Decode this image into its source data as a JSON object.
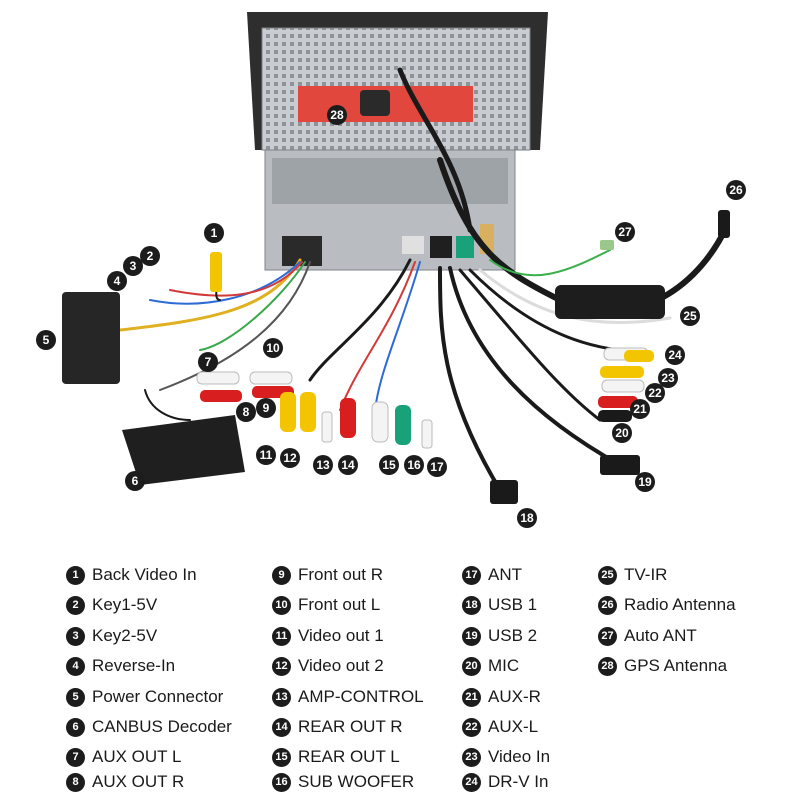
{
  "diagram": {
    "callouts": [
      "1",
      "2",
      "3",
      "4",
      "5",
      "6",
      "7",
      "8",
      "9",
      "10",
      "11",
      "12",
      "13",
      "14",
      "15",
      "16",
      "17",
      "18",
      "19",
      "20",
      "21",
      "22",
      "23",
      "24",
      "25",
      "26",
      "27",
      "28"
    ]
  },
  "legend": {
    "columns": [
      [
        {
          "num": "1",
          "label": "Back Video In"
        },
        {
          "num": "2",
          "label": "Key1-5V"
        },
        {
          "num": "3",
          "label": "Key2-5V"
        },
        {
          "num": "4",
          "label": "Reverse-In"
        },
        {
          "num": "5",
          "label": "Power Connector"
        },
        {
          "num": "6",
          "label": "CANBUS Decoder"
        },
        {
          "num": "7",
          "label": "AUX OUT L"
        },
        {
          "num": "8",
          "label": "AUX OUT R"
        }
      ],
      [
        {
          "num": "9",
          "label": "Front out R"
        },
        {
          "num": "10",
          "label": "Front out L"
        },
        {
          "num": "11",
          "label": "Video out 1"
        },
        {
          "num": "12",
          "label": "Video out 2"
        },
        {
          "num": "13",
          "label": "AMP-CONTROL"
        },
        {
          "num": "14",
          "label": "REAR OUT R"
        },
        {
          "num": "15",
          "label": "REAR OUT L"
        },
        {
          "num": "16",
          "label": "SUB WOOFER"
        }
      ],
      [
        {
          "num": "17",
          "label": "ANT"
        },
        {
          "num": "18",
          "label": "USB 1"
        },
        {
          "num": "19",
          "label": "USB 2"
        },
        {
          "num": "20",
          "label": "MIC"
        },
        {
          "num": "21",
          "label": "AUX-R"
        },
        {
          "num": "22",
          "label": "AUX-L"
        },
        {
          "num": "23",
          "label": "Video In"
        },
        {
          "num": "24",
          "label": "DR-V In"
        }
      ],
      [
        {
          "num": "25",
          "label": "TV-IR"
        },
        {
          "num": "26",
          "label": "Radio Antenna"
        },
        {
          "num": "27",
          "label": "Auto ANT"
        },
        {
          "num": "28",
          "label": "GPS Antenna"
        }
      ]
    ]
  },
  "colors": {
    "badge": "#1c1c1c",
    "unit_frame": "#2e2e2e",
    "metal": "#c9cdd1",
    "cable": "#1a1a1a",
    "rca_yellow": "#f2c500",
    "rca_red": "#d81e1e",
    "rca_white": "#f4f4f4",
    "rca_green": "#19a17a"
  }
}
